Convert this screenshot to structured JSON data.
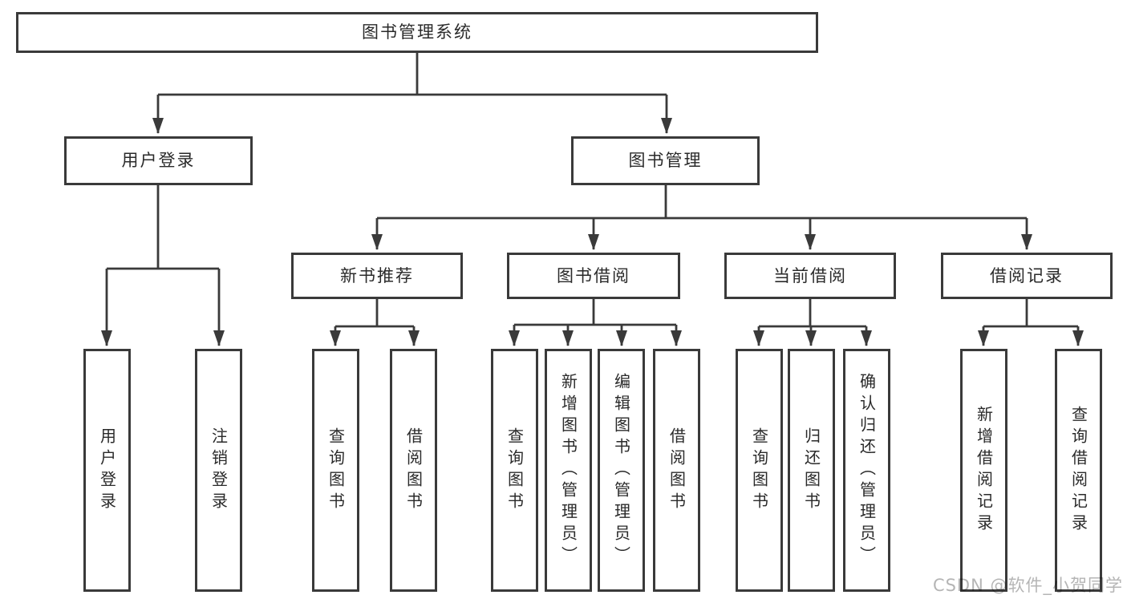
{
  "colors": {
    "line": "#3a3a3a",
    "text": "#2a2a2a",
    "watermark": "#b5b5b5",
    "background": "#ffffff"
  },
  "watermark": {
    "text": "CSDN @软件_小贺同学"
  },
  "tree": {
    "root": "图书管理系统",
    "children": [
      {
        "label": "用户登录",
        "children": [
          "用户登录",
          "注销登录"
        ]
      },
      {
        "label": "图书管理",
        "children": [
          {
            "label": "新书推荐",
            "children": [
              "查询图书",
              "借阅图书"
            ]
          },
          {
            "label": "图书借阅",
            "children": [
              "查询图书",
              "新增图书（管理员）",
              "编辑图书（管理员）",
              "借阅图书"
            ]
          },
          {
            "label": "当前借阅",
            "children": [
              "查询图书",
              "归还图书",
              "确认归还（管理员）"
            ]
          },
          {
            "label": "借阅记录",
            "children": [
              "新增借阅记录",
              "查询借阅记录"
            ]
          }
        ]
      }
    ]
  }
}
